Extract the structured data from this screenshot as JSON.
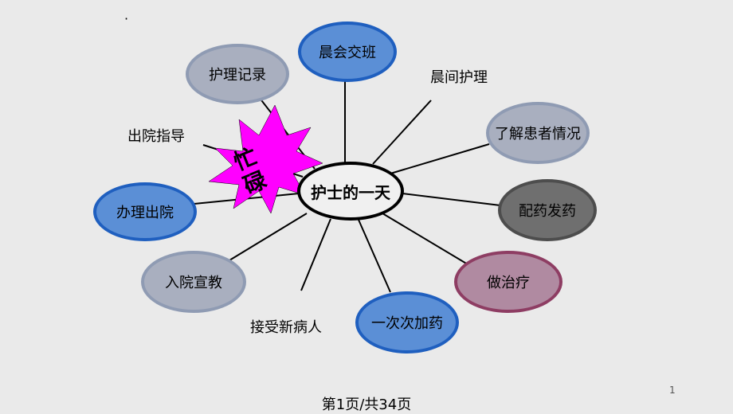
{
  "center": "护士的一天",
  "burst": "忙碌",
  "bullet": "·",
  "nodes": {
    "shift_handover": "晨会交班",
    "nursing_record": "护理记录",
    "morning_care": "晨间护理",
    "understand_patient": "了解患者情况",
    "discharge_guidance": "出院指导",
    "handle_discharge": "办理出院",
    "dispense_medicine": "配药发药",
    "treatment": "做治疗",
    "admission_education": "入院宣教",
    "receive_patient": "接受新病人",
    "add_medicine": "一次次加药"
  },
  "footer": "第1页/共34页",
  "page_number": "1",
  "colors": {
    "blue_fill": "#5b8fd6",
    "blue_border": "#1f5fbf",
    "gray_fill": "#a9afbf",
    "dark_gray_fill": "#6f6f6f",
    "mauve_fill": "#b08aa1",
    "mauve_border": "#8e3d63",
    "burst": "#ff00ff"
  }
}
